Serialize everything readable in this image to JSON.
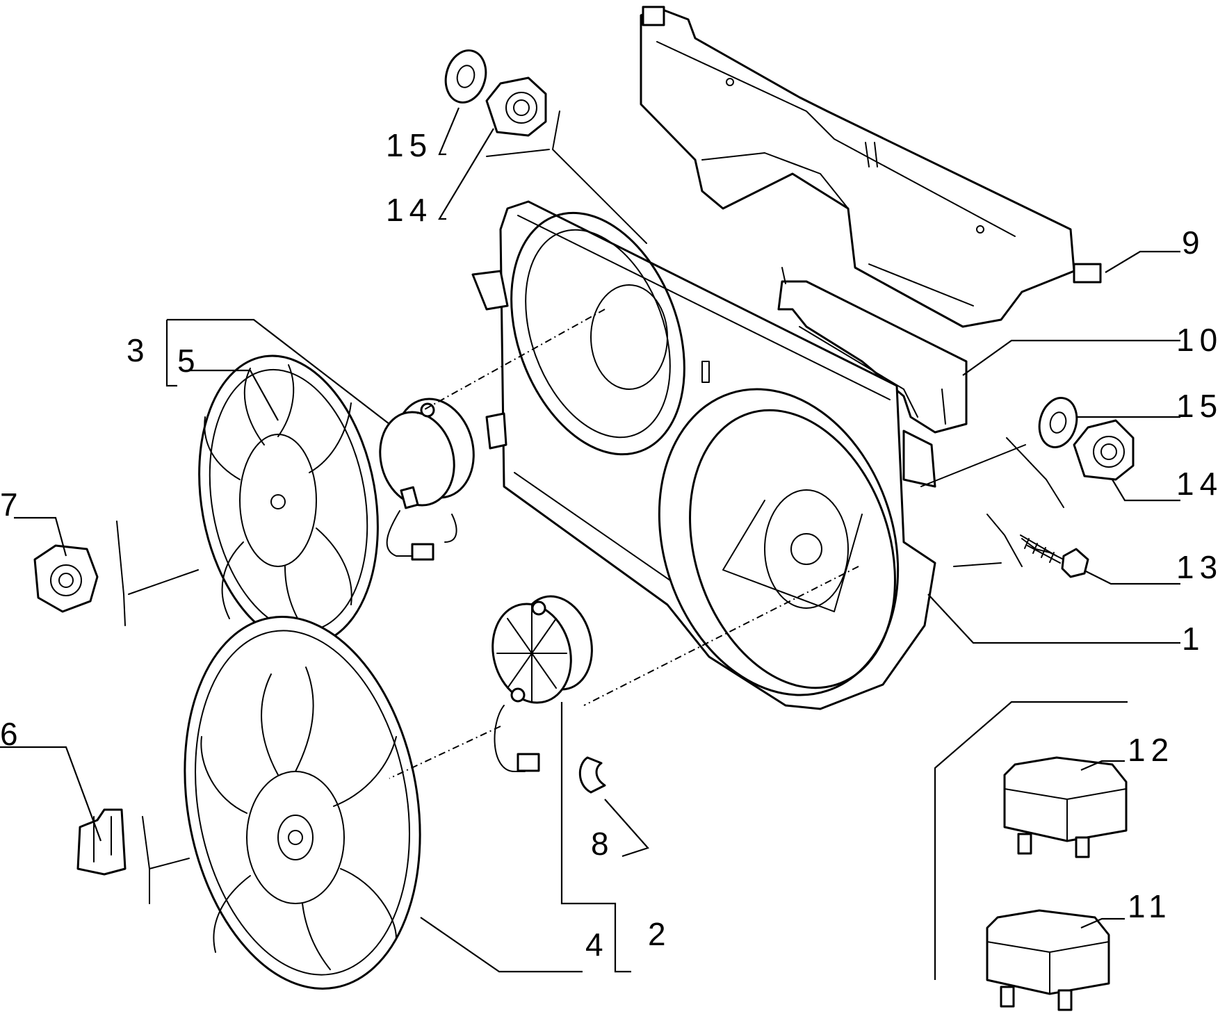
{
  "colors": {
    "line": "#000000",
    "background": "#ffffff"
  },
  "callouts": {
    "n1": "1",
    "n2": "2",
    "n3": "3",
    "n4": "4",
    "n5": "5",
    "n6": "6",
    "n7": "7",
    "n8": "8",
    "n9": "9",
    "n10": "10",
    "n11": "11",
    "n12": "12",
    "n13": "13",
    "n14_top": "14",
    "n15_top": "15",
    "n14_right": "14",
    "n15_right": "15"
  }
}
